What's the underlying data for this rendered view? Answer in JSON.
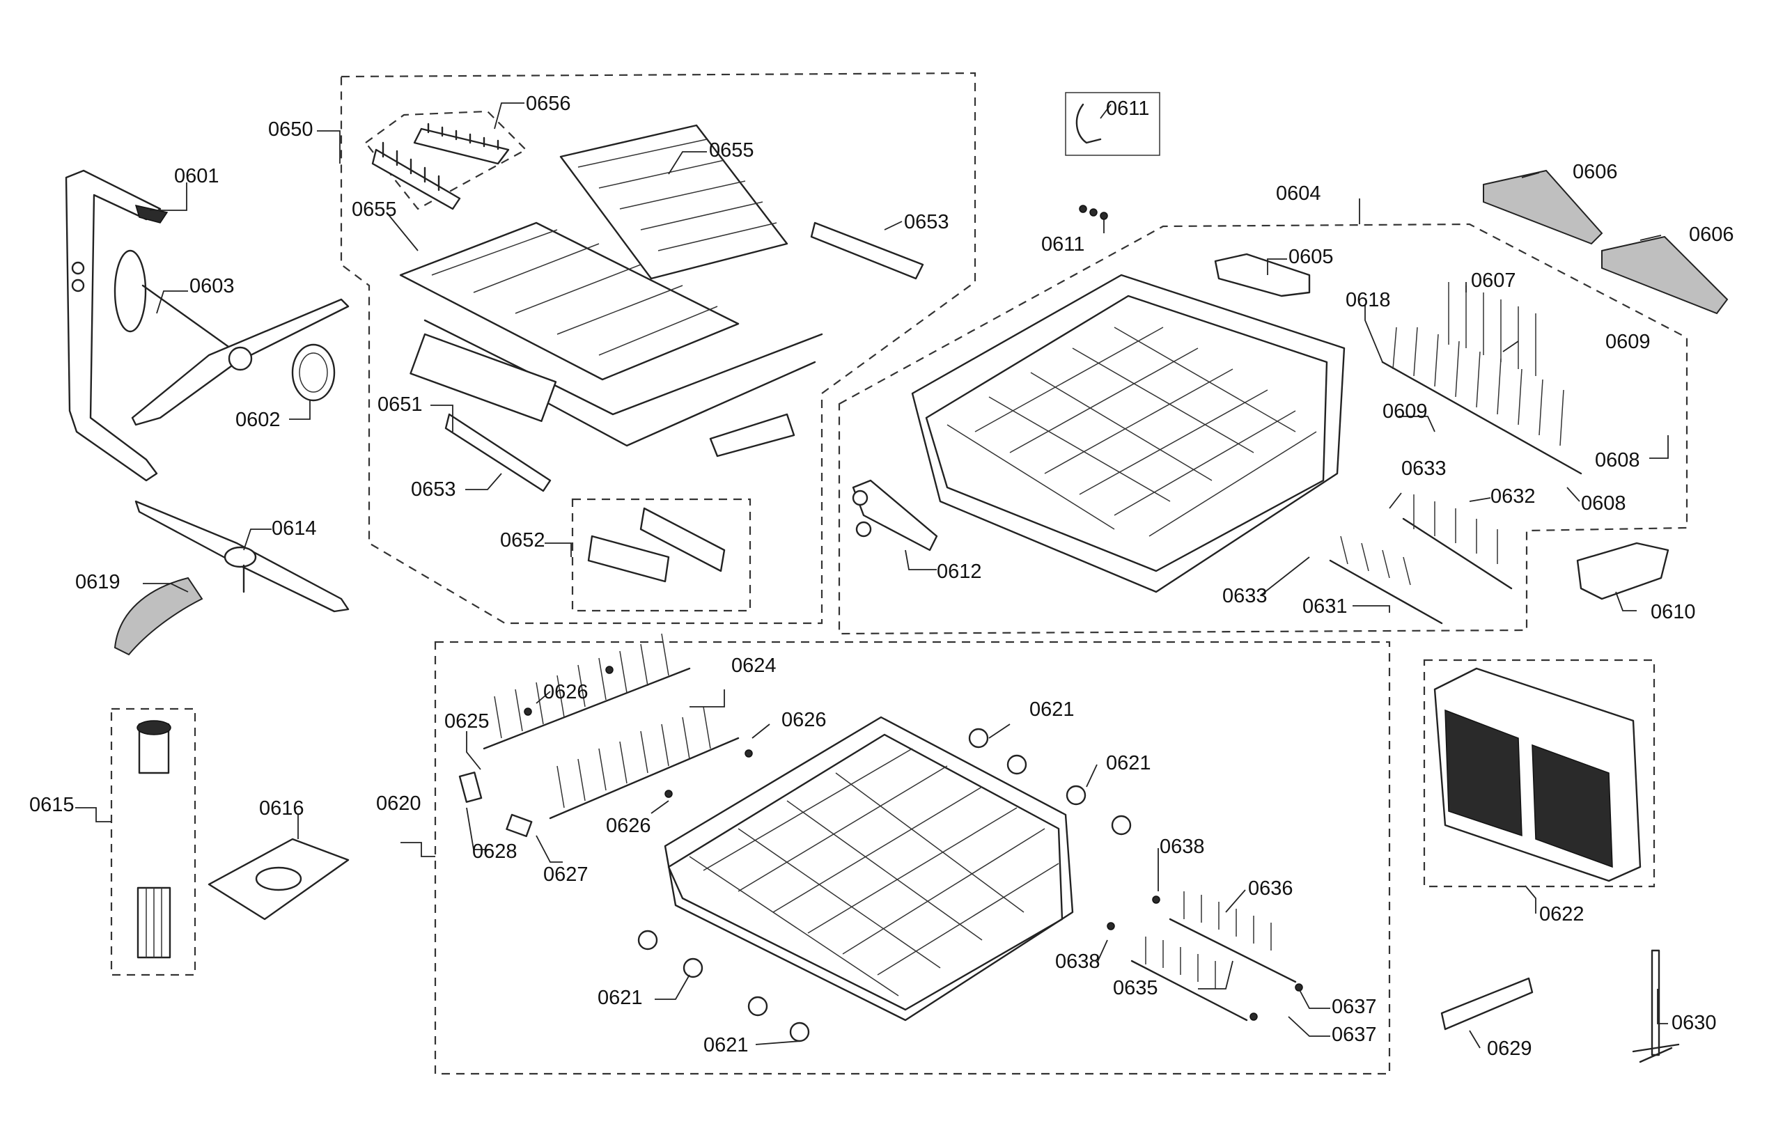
{
  "labels": {
    "l0601": "0601",
    "l0602": "0602",
    "l0603": "0603",
    "l0604": "0604",
    "l0605": "0605",
    "l0606a": "0606",
    "l0606b": "0606",
    "l0607": "0607",
    "l0608a": "0608",
    "l0608b": "0608",
    "l0609a": "0609",
    "l0609b": "0609",
    "l0610": "0610",
    "l0611a": "0611",
    "l0611b": "0611",
    "l0612": "0612",
    "l0614": "0614",
    "l0615": "0615",
    "l0616": "0616",
    "l0618": "0618",
    "l0619": "0619",
    "l0620": "0620",
    "l0621a": "0621",
    "l0621b": "0621",
    "l0621c": "0621",
    "l0621d": "0621",
    "l0622": "0622",
    "l0624": "0624",
    "l0625": "0625",
    "l0626a": "0626",
    "l0626b": "0626",
    "l0626c": "0626",
    "l0627": "0627",
    "l0628": "0628",
    "l0629": "0629",
    "l0630": "0630",
    "l0631": "0631",
    "l0632": "0632",
    "l0633a": "0633",
    "l0633b": "0633",
    "l0635": "0635",
    "l0636": "0636",
    "l0637a": "0637",
    "l0637b": "0637",
    "l0638a": "0638",
    "l0638b": "0638",
    "l0650": "0650",
    "l0651": "0651",
    "l0652": "0652",
    "l0653a": "0653",
    "l0653b": "0653",
    "l0655a": "0655",
    "l0655b": "0655",
    "l0656": "0656"
  }
}
